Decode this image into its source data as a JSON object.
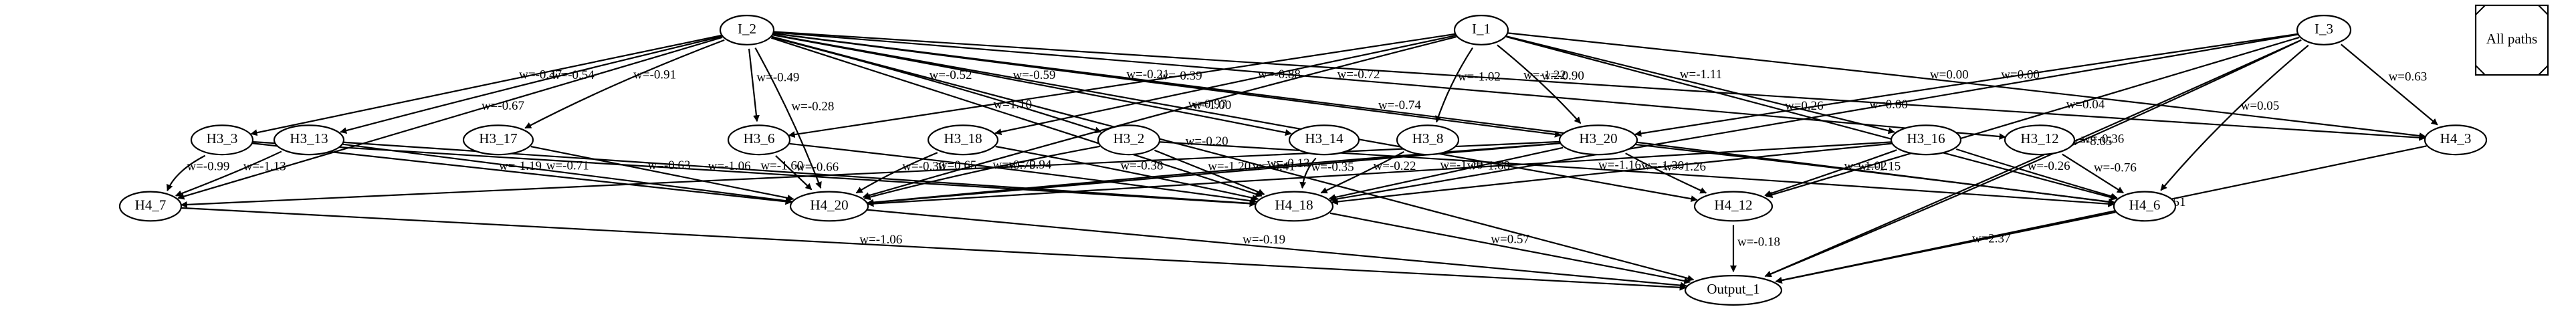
{
  "legend": {
    "label": "All paths"
  },
  "nodes": [
    {
      "id": "I_2",
      "label": "I_2"
    },
    {
      "id": "I_1",
      "label": "I_1"
    },
    {
      "id": "I_3",
      "label": "I_3"
    },
    {
      "id": "H3_3",
      "label": "H3_3"
    },
    {
      "id": "H3_13",
      "label": "H3_13"
    },
    {
      "id": "H3_17",
      "label": "H3_17"
    },
    {
      "id": "H3_6",
      "label": "H3_6"
    },
    {
      "id": "H3_18",
      "label": "H3_18"
    },
    {
      "id": "H3_2",
      "label": "H3_2"
    },
    {
      "id": "H3_14",
      "label": "H3_14"
    },
    {
      "id": "H3_8",
      "label": "H3_8"
    },
    {
      "id": "H3_20",
      "label": "H3_20"
    },
    {
      "id": "H3_16",
      "label": "H3_16"
    },
    {
      "id": "H3_12",
      "label": "H3_12"
    },
    {
      "id": "H4_3",
      "label": "H4_3"
    },
    {
      "id": "H4_7",
      "label": "H4_7"
    },
    {
      "id": "H4_20",
      "label": "H4_20"
    },
    {
      "id": "H4_18",
      "label": "H4_18"
    },
    {
      "id": "H4_12",
      "label": "H4_12"
    },
    {
      "id": "H4_6",
      "label": "H4_6"
    },
    {
      "id": "Output_1",
      "label": "Output_1"
    }
  ],
  "edges": [
    {
      "from": "I_2",
      "to": "Output_1",
      "label": "w=-0.20"
    },
    {
      "from": "I_2",
      "to": "H4_7",
      "label": "w=-0.67"
    },
    {
      "from": "I_2",
      "to": "H3_3",
      "label": "w=-0.47"
    },
    {
      "from": "I_2",
      "to": "H3_13",
      "label": "w=-0.54"
    },
    {
      "from": "I_2",
      "to": "H4_20",
      "label": "w=-0.28"
    },
    {
      "from": "I_2",
      "to": "H3_17",
      "label": "w=-0.91"
    },
    {
      "from": "I_2",
      "to": "H3_6",
      "label": "w=-0.49"
    },
    {
      "from": "I_2",
      "to": "H3_2",
      "label": "w=-0.52"
    },
    {
      "from": "I_2",
      "to": "H4_18",
      "label": "w=1.10"
    },
    {
      "from": "I_2",
      "to": "H3_14",
      "label": "w=-0.59"
    },
    {
      "from": "I_2",
      "to": "H3_20",
      "label": "w=-0.21"
    },
    {
      "from": "I_2",
      "to": "H4_12",
      "label": "w=1.00"
    },
    {
      "from": "I_2",
      "to": "H3_12",
      "label": "w=-0.72"
    },
    {
      "from": "I_2",
      "to": "H4_6",
      "label": "w=-0.74"
    },
    {
      "from": "I_2",
      "to": "H4_3",
      "label": "w=-1.22"
    },
    {
      "from": "I_1",
      "to": "H4_20",
      "label": "w=0.97"
    },
    {
      "from": "I_1",
      "to": "H3_6",
      "label": "w=-0.39"
    },
    {
      "from": "I_1",
      "to": "H3_18",
      "label": "w=-0.88"
    },
    {
      "from": "I_1",
      "to": "H3_8",
      "label": "w=-1.02"
    },
    {
      "from": "I_1",
      "to": "H3_20",
      "label": "w=-0.90"
    },
    {
      "from": "I_1",
      "to": "H3_16",
      "label": "w=-1.11"
    },
    {
      "from": "I_1",
      "to": "H4_6",
      "label": "w=0.26"
    },
    {
      "from": "I_1",
      "to": "H4_3",
      "label": "w=0.00"
    },
    {
      "from": "I_3",
      "to": "H3_20",
      "label": "w=0.00"
    },
    {
      "from": "I_3",
      "to": "H4_18",
      "label": "w=0.00"
    },
    {
      "from": "I_3",
      "to": "H4_6",
      "label": "w=0.05"
    },
    {
      "from": "I_3",
      "to": "H4_3",
      "label": "w=0.63"
    },
    {
      "from": "I_3",
      "to": "Output_1",
      "label": "w=-8.05"
    },
    {
      "from": "I_3",
      "to": "Output_1",
      "label": "w=-0.36"
    },
    {
      "from": "I_3",
      "to": "H4_12",
      "label": "w=0.04"
    },
    {
      "from": "H3_3",
      "to": "H4_7",
      "label": "w=-0.99"
    },
    {
      "from": "H3_3",
      "to": "H4_20",
      "label": "w=-1.19"
    },
    {
      "from": "H3_13",
      "to": "H4_7",
      "label": "w=-1.13"
    },
    {
      "from": "H3_13",
      "to": "H4_20",
      "label": "w=-0.71"
    },
    {
      "from": "H3_13",
      "to": "H4_18",
      "label": "w=-1.60"
    },
    {
      "from": "H3_17",
      "to": "H4_20",
      "label": "w=-0.63"
    },
    {
      "from": "H3_6",
      "to": "H4_20",
      "label": "w=-0.66"
    },
    {
      "from": "H3_6",
      "to": "H4_18",
      "label": "w=-0.94"
    },
    {
      "from": "H3_18",
      "to": "H4_20",
      "label": "w=-0.30"
    },
    {
      "from": "H3_18",
      "to": "H4_18",
      "label": "w=-0.38"
    },
    {
      "from": "H3_2",
      "to": "H4_20",
      "label": "w=-0.75"
    },
    {
      "from": "H3_2",
      "to": "H4_18",
      "label": "w=-1.20"
    },
    {
      "from": "H3_2",
      "to": "H4_6",
      "label": "w=-1.16"
    },
    {
      "from": "H3_14",
      "to": "H4_18",
      "label": "w=-0.35"
    },
    {
      "from": "H3_8",
      "to": "H4_18",
      "label": "w=-0.22"
    },
    {
      "from": "H3_20",
      "to": "H4_7",
      "label": "w=0.65"
    },
    {
      "from": "H3_20",
      "to": "H4_20",
      "label": "w=-0.41"
    },
    {
      "from": "H3_20",
      "to": "H4_18",
      "label": "w=-1.68"
    },
    {
      "from": "H3_20",
      "to": "H4_12",
      "label": "w=-1.26"
    },
    {
      "from": "H3_20",
      "to": "H4_6",
      "label": "w=-1.15"
    },
    {
      "from": "H3_20",
      "to": "H4_20",
      "label": "w=-0.13"
    },
    {
      "from": "H3_3",
      "to": "H4_18",
      "label": "w=-1.06"
    },
    {
      "from": "H3_16",
      "to": "H4_20",
      "label": "w=-1.40"
    },
    {
      "from": "H3_16",
      "to": "H4_18",
      "label": "w=-1.30"
    },
    {
      "from": "H3_16",
      "to": "H4_12",
      "label": "w=-1.02"
    },
    {
      "from": "H3_16",
      "to": "H4_6",
      "label": "w=-0.26"
    },
    {
      "from": "H3_12",
      "to": "H4_6",
      "label": "w=-0.76"
    },
    {
      "from": "H4_3",
      "to": "Output_1",
      "label": "w=-3.51"
    },
    {
      "from": "H4_7",
      "to": "Output_1",
      "label": "w=-1.06"
    },
    {
      "from": "H4_20",
      "to": "Output_1",
      "label": "w=-0.19"
    },
    {
      "from": "H4_18",
      "to": "Output_1",
      "label": "w=0.57"
    },
    {
      "from": "H4_12",
      "to": "Output_1",
      "label": "w=-0.18"
    },
    {
      "from": "H4_6",
      "to": "Output_1",
      "label": "w=2.37"
    }
  ]
}
